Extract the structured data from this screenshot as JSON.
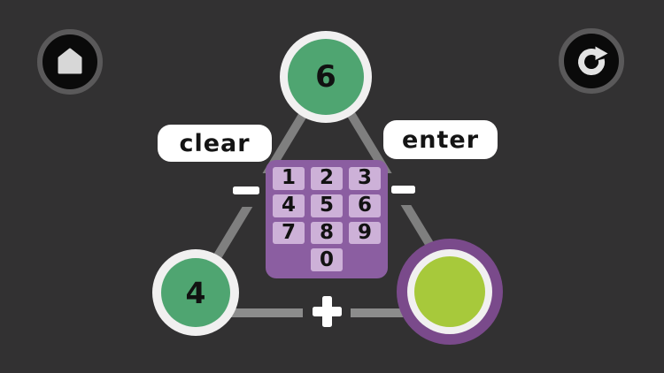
{
  "colors": {
    "background": "#323132",
    "edge_line": "#7f7f7f",
    "bottom_line": "#8c8c8c",
    "node_green": "#4fa571",
    "node_ring_white": "#f1f0f0",
    "answer_ring_purple": "#7a4a8b",
    "answer_fill_lime": "#a7c93b",
    "keypad_bg": "#8b5ea1",
    "key_bg": "#cdb1d8",
    "pill_bg": "#ffffff",
    "operator_color": "#ffffff",
    "text_dark": "#141414"
  },
  "topbar": {
    "home_button": {
      "icon": "home"
    },
    "restart_button": {
      "icon": "restart-arrow"
    }
  },
  "ui": {
    "buttons": {
      "clear": "clear",
      "enter": "enter"
    }
  },
  "puzzle": {
    "nodes": {
      "top": {
        "value": "6"
      },
      "bottom_left": {
        "value": "4"
      },
      "bottom_right": {
        "value": ""
      }
    },
    "operators": {
      "left_edge": "-",
      "right_edge": "-",
      "bottom_edge": "+"
    }
  },
  "keypad": {
    "keys": [
      "1",
      "2",
      "3",
      "4",
      "5",
      "6",
      "7",
      "8",
      "9",
      "0"
    ]
  }
}
